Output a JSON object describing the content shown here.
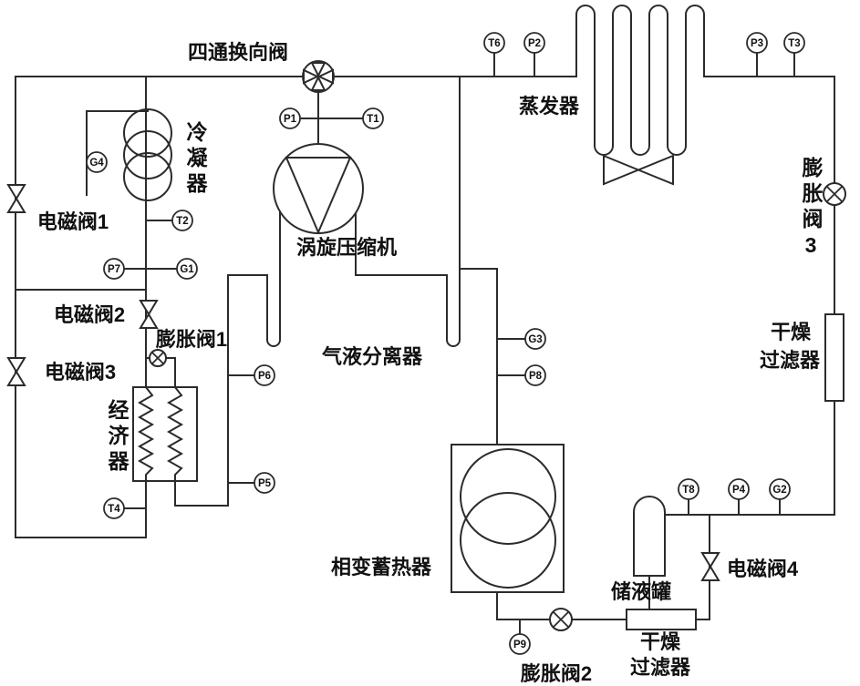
{
  "diagram": {
    "labels": {
      "four_way_valve": "四通换向阀",
      "condenser": "冷凝器",
      "evaporator": "蒸发器",
      "compressor": "涡旋压缩机",
      "gas_liquid_separator": "气液分离器",
      "solenoid_valve_1": "电磁阀1",
      "solenoid_valve_2": "电磁阀2",
      "solenoid_valve_3": "电磁阀3",
      "solenoid_valve_4": "电磁阀4",
      "expansion_valve_1": "膨胀阀1",
      "expansion_valve_2": "膨胀阀2",
      "expansion_valve_3": "膨胀阀3",
      "economizer": "经济器",
      "dry_filter_line1": "干燥",
      "dry_filter_line2": "过滤器",
      "phase_change_heat_storage": "相变蓄热器",
      "liquid_receiver": "储液罐"
    },
    "sensors": {
      "t1": "T1",
      "t2": "T2",
      "t3": "T3",
      "t4": "T4",
      "t6": "T6",
      "t8": "T8",
      "p1": "P1",
      "p2": "P2",
      "p3": "P3",
      "p4": "P4",
      "p5": "P5",
      "p6": "P6",
      "p7": "P7",
      "p8": "P8",
      "p9": "P9",
      "g1": "G1",
      "g2": "G2",
      "g3": "G3",
      "g4": "G4"
    },
    "colors": {
      "line": "#2b2b2b",
      "text": "#111111",
      "background": "#ffffff"
    }
  }
}
